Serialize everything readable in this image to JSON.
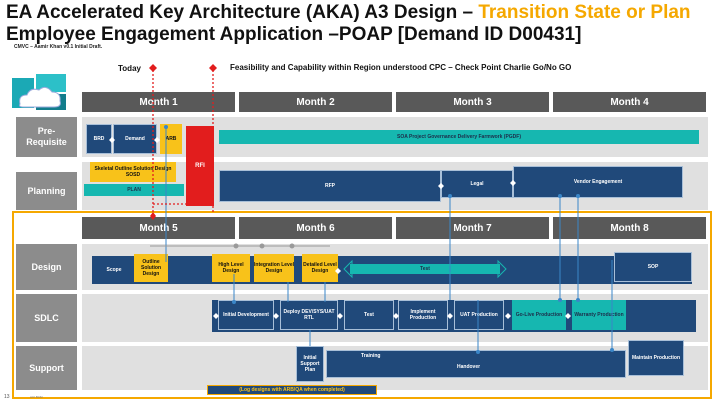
{
  "title": {
    "line1_main": "EA Accelerated Key Architecture (AKA) A3 Design – ",
    "line1_highlight": "Transition State or Plan",
    "line2": "Employee Engagement Application –POAP [Demand ID D00431]"
  },
  "subtitle": "CMVC – Aamir Khan v0.1 Initial Draft.",
  "markers": {
    "today": "Today",
    "feasibility": "Feasibility and Capability within Region understood CPC – Check Point Charlie Go/No GO"
  },
  "months_top": [
    "Month 1",
    "Month 2",
    "Month 3",
    "Month 4"
  ],
  "months_bottom": [
    "Month 5",
    "Month 6",
    "Month 7",
    "Month 8"
  ],
  "rows": {
    "prereq": "Pre-\nRequisite",
    "planning": "Planning",
    "design": "Design",
    "sdlc": "SDLC",
    "support": "Support"
  },
  "prereq": {
    "brd": "BRD",
    "demand": "Demand",
    "arb": "ARB",
    "pgdf": "SOA Project Governance Delivery Farmwork (PGDF)"
  },
  "planning": {
    "skeletal": "Skeletal Outline Solution Design SOSD",
    "plan": "PLAN",
    "rfi": "RFI",
    "rfp": "RFP",
    "legal": "Legal",
    "vendor": "Vendor Engagement"
  },
  "design": {
    "scope": "Scope",
    "outline": "Outline Solution Design",
    "high_level": "High Level Design",
    "integration": "Integration Level Design",
    "detailed": "Detailed Level Design",
    "test": "Test",
    "sop": "SOP"
  },
  "sdlc": {
    "initial_dev": "Initial Development",
    "deploy": "Deploy DEV/SYS/UAT RTL",
    "test": "Test",
    "implement": "Implement Production",
    "uat": "UAT Production",
    "golive": "Go-Live Production",
    "warranty": "Warranty Production"
  },
  "support": {
    "initial": "Initial Support Plan",
    "training": "Training",
    "handover": "Handover",
    "maintain": "Maintain Production"
  },
  "note": "(Log designs with ARB/QA when completed)",
  "page_number": "13",
  "tiny_footer": "ACI BCM",
  "colors": {
    "navy": "#20497a",
    "teal": "#16b7b0",
    "yellow": "#f8c21a",
    "red": "#e21d1d",
    "orange": "#f5a800",
    "month_header": "#595959",
    "row_header": "#8c8c8c",
    "band": "#e0e0e0"
  }
}
